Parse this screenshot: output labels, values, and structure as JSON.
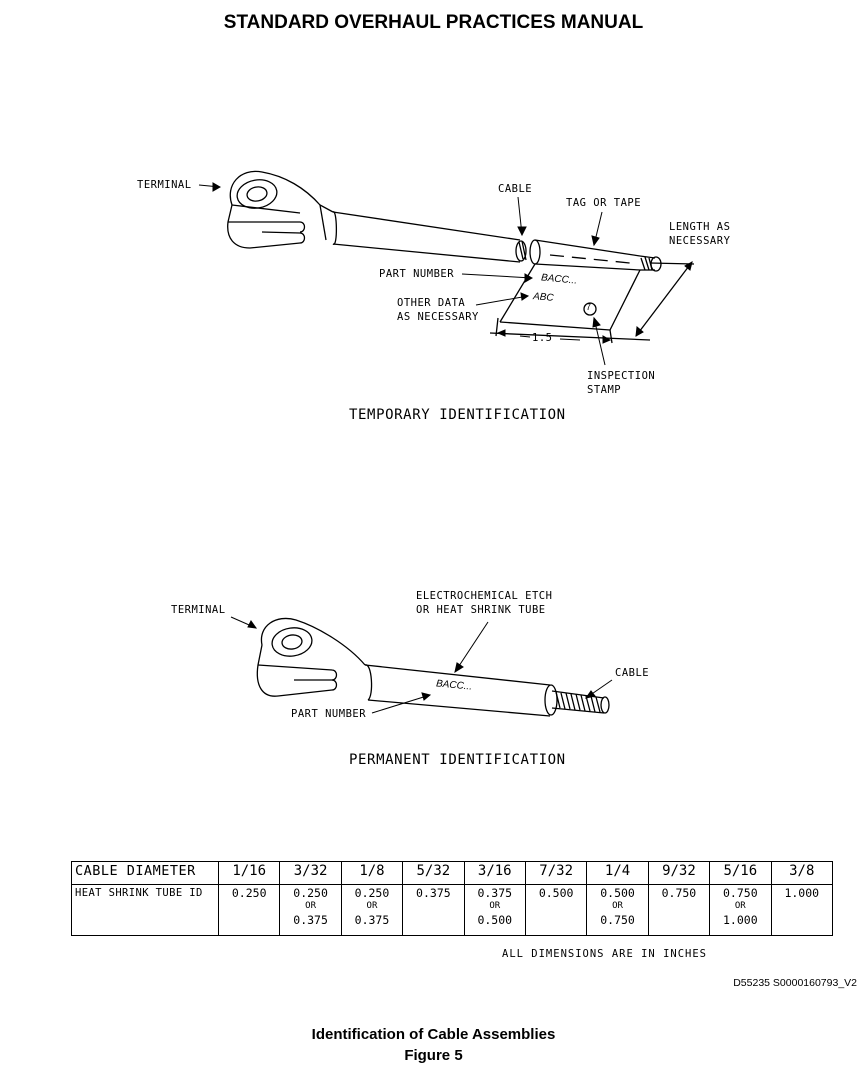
{
  "header": {
    "title": "STANDARD OVERHAUL PRACTICES MANUAL"
  },
  "temporary": {
    "terminal": "TERMINAL",
    "cable": "CABLE",
    "tag": "TAG OR TAPE",
    "length_1": "LENGTH AS",
    "length_2": "NECESSARY",
    "part_number": "PART NUMBER",
    "other_1": "OTHER DATA",
    "other_2": "AS NECESSARY",
    "bacc": "BACC...",
    "abc": "ABC",
    "stamp_mark": "7",
    "dim": "1.5",
    "inspection_1": "INSPECTION",
    "inspection_2": "STAMP",
    "caption": "TEMPORARY IDENTIFICATION"
  },
  "permanent": {
    "terminal": "TERMINAL",
    "etch_1": "ELECTROCHEMICAL ETCH",
    "etch_2": "OR HEAT SHRINK TUBE",
    "cable": "CABLE",
    "bacc": "BACC...",
    "part_number": "PART NUMBER",
    "caption": "PERMANENT IDENTIFICATION"
  },
  "table": {
    "row1_label": "CABLE DIAMETER",
    "row2_label": "HEAT SHRINK TUBE ID",
    "or_label": "OR",
    "columns": [
      {
        "d": "1/16",
        "v1": "0.250",
        "v2": ""
      },
      {
        "d": "3/32",
        "v1": "0.250",
        "v2": "0.375"
      },
      {
        "d": "1/8",
        "v1": "0.250",
        "v2": "0.375"
      },
      {
        "d": "5/32",
        "v1": "0.375",
        "v2": ""
      },
      {
        "d": "3/16",
        "v1": "0.375",
        "v2": "0.500"
      },
      {
        "d": "7/32",
        "v1": "0.500",
        "v2": ""
      },
      {
        "d": "1/4",
        "v1": "0.500",
        "v2": "0.750"
      },
      {
        "d": "9/32",
        "v1": "0.750",
        "v2": ""
      },
      {
        "d": "5/16",
        "v1": "0.750",
        "v2": "1.000"
      },
      {
        "d": "3/8",
        "v1": "1.000",
        "v2": ""
      }
    ]
  },
  "note": "ALL DIMENSIONS ARE IN INCHES",
  "doc_id": "D55235 S0000160793_V2",
  "figure": {
    "title": "Identification of Cable Assemblies",
    "number": "Figure 5"
  }
}
